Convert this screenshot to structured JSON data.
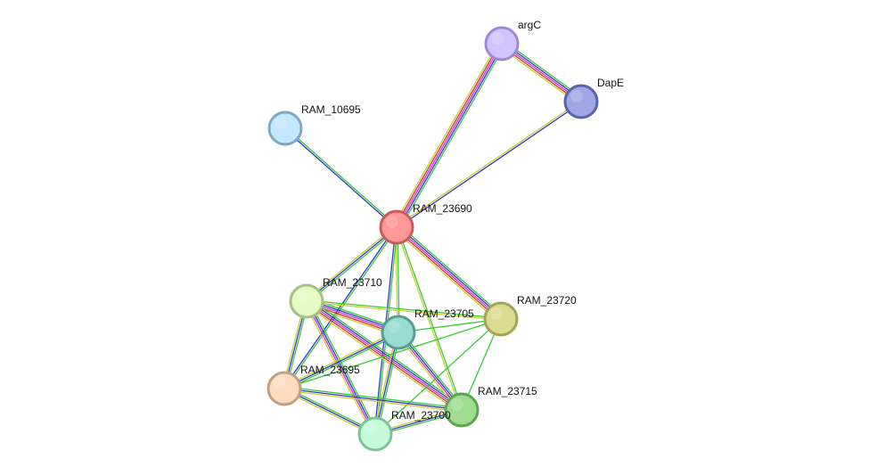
{
  "network": {
    "nodes": [
      {
        "id": "argC",
        "label": "argC",
        "fill": "#d3c3fb",
        "stroke": "#9f89d4"
      },
      {
        "id": "DapE",
        "label": "DapE",
        "fill": "#9ea6e6",
        "stroke": "#5a64a6"
      },
      {
        "id": "RAM_10695",
        "label": "RAM_10695",
        "fill": "#c3e7fb",
        "stroke": "#7fa8c6"
      },
      {
        "id": "RAM_23690",
        "label": "RAM_23690",
        "fill": "#ff9898",
        "stroke": "#c85c5c"
      },
      {
        "id": "RAM_23710",
        "label": "RAM_23710",
        "fill": "#e4fbc3",
        "stroke": "#a6bf86"
      },
      {
        "id": "RAM_23720",
        "label": "RAM_23720",
        "fill": "#dcdc8f",
        "stroke": "#a2a25a"
      },
      {
        "id": "RAM_23705",
        "label": "RAM_23705",
        "fill": "#98dcd4",
        "stroke": "#5a9c94"
      },
      {
        "id": "RAM_23695",
        "label": "RAM_23695",
        "fill": "#fddcc0",
        "stroke": "#bfa083"
      },
      {
        "id": "RAM_23715",
        "label": "RAM_23715",
        "fill": "#9fdc8f",
        "stroke": "#5ea34d"
      },
      {
        "id": "RAM_23700",
        "label": "RAM_23700",
        "fill": "#c3fbd8",
        "stroke": "#84bf9a"
      }
    ],
    "edges": [
      {
        "from": "argC",
        "to": "DapE",
        "colors": [
          "#33cc33",
          "#3333cc",
          "#cc33cc",
          "#cc3333",
          "#cccc33"
        ]
      },
      {
        "from": "argC",
        "to": "RAM_23690",
        "colors": [
          "#33cc33",
          "#3333cc",
          "#cc33cc",
          "#cc3333",
          "#cccc33"
        ]
      },
      {
        "from": "DapE",
        "to": "RAM_23690",
        "colors": [
          "#3333cc",
          "#cccc33"
        ]
      },
      {
        "from": "RAM_10695",
        "to": "RAM_23690",
        "colors": [
          "#33cc33",
          "#3333cc"
        ]
      },
      {
        "from": "RAM_23690",
        "to": "RAM_23710",
        "colors": [
          "#33cc33",
          "#3333cc",
          "#cccc33"
        ]
      },
      {
        "from": "RAM_23690",
        "to": "RAM_23720",
        "colors": [
          "#33cc33",
          "#3333cc",
          "#cc33cc",
          "#cc3333",
          "#cccc33"
        ]
      },
      {
        "from": "RAM_23690",
        "to": "RAM_23705",
        "colors": [
          "#33cc33",
          "#cccc33"
        ]
      },
      {
        "from": "RAM_23690",
        "to": "RAM_23695",
        "colors": [
          "#33cc33",
          "#3333cc"
        ]
      },
      {
        "from": "RAM_23690",
        "to": "RAM_23715",
        "colors": [
          "#33cc33",
          "#cccc33"
        ]
      },
      {
        "from": "RAM_23690",
        "to": "RAM_23700",
        "colors": [
          "#33cc33",
          "#3333cc"
        ]
      },
      {
        "from": "RAM_23710",
        "to": "RAM_23705",
        "colors": [
          "#33cc33",
          "#3333cc",
          "#cc33cc",
          "#cc3333",
          "#cccc33"
        ]
      },
      {
        "from": "RAM_23710",
        "to": "RAM_23720",
        "colors": [
          "#33cc33",
          "#cccc33"
        ]
      },
      {
        "from": "RAM_23710",
        "to": "RAM_23695",
        "colors": [
          "#33cc33",
          "#3333cc",
          "#cccc33"
        ]
      },
      {
        "from": "RAM_23710",
        "to": "RAM_23715",
        "colors": [
          "#33cc33",
          "#3333cc",
          "#cc33cc",
          "#cc3333",
          "#cccc33"
        ]
      },
      {
        "from": "RAM_23710",
        "to": "RAM_23700",
        "colors": [
          "#33cc33",
          "#3333cc",
          "#cc33cc",
          "#cccc33"
        ]
      },
      {
        "from": "RAM_23705",
        "to": "RAM_23720",
        "colors": [
          "#33cc33"
        ]
      },
      {
        "from": "RAM_23705",
        "to": "RAM_23695",
        "colors": [
          "#33cc33",
          "#3333cc",
          "#cccc33"
        ]
      },
      {
        "from": "RAM_23705",
        "to": "RAM_23715",
        "colors": [
          "#33cc33",
          "#3333cc",
          "#cc33cc",
          "#cccc33"
        ]
      },
      {
        "from": "RAM_23705",
        "to": "RAM_23700",
        "colors": [
          "#33cc33",
          "#3333cc",
          "#cccc33"
        ]
      },
      {
        "from": "RAM_23720",
        "to": "RAM_23695",
        "colors": [
          "#33cc33"
        ]
      },
      {
        "from": "RAM_23720",
        "to": "RAM_23715",
        "colors": [
          "#33cc33"
        ]
      },
      {
        "from": "RAM_23720",
        "to": "RAM_23700",
        "colors": [
          "#33cc33"
        ]
      },
      {
        "from": "RAM_23695",
        "to": "RAM_23715",
        "colors": [
          "#33cc33",
          "#3333cc",
          "#cccc33"
        ]
      },
      {
        "from": "RAM_23695",
        "to": "RAM_23700",
        "colors": [
          "#33cc33",
          "#3333cc",
          "#cccc33"
        ]
      },
      {
        "from": "RAM_23715",
        "to": "RAM_23700",
        "colors": [
          "#33cc33",
          "#3333cc",
          "#cccc33"
        ]
      }
    ]
  }
}
